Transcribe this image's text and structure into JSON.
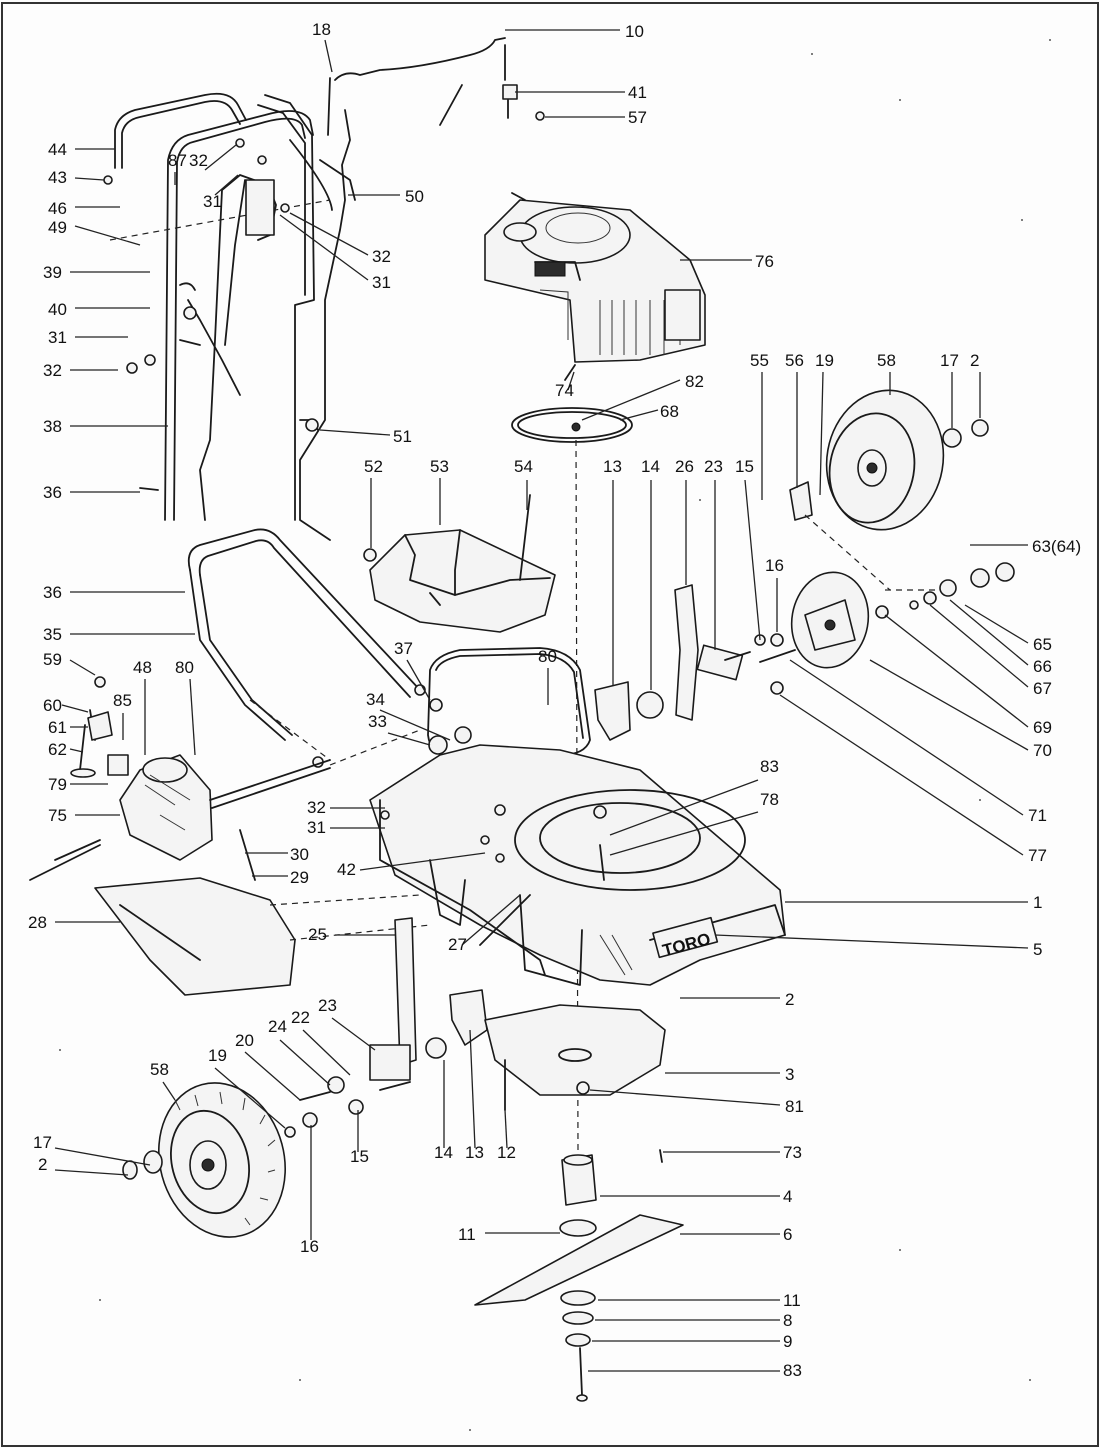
{
  "diagram": {
    "brand_text": "TORO",
    "callouts": [
      {
        "id": "c10",
        "text": "10"
      },
      {
        "id": "c41",
        "text": "41"
      },
      {
        "id": "c57",
        "text": "57"
      },
      {
        "id": "c18",
        "text": "18"
      },
      {
        "id": "c44",
        "text": "44"
      },
      {
        "id": "c43",
        "text": "43"
      },
      {
        "id": "c87",
        "text": "87"
      },
      {
        "id": "c32a",
        "text": "32"
      },
      {
        "id": "c46",
        "text": "46"
      },
      {
        "id": "c31a",
        "text": "31"
      },
      {
        "id": "c49",
        "text": "49"
      },
      {
        "id": "c50",
        "text": "50"
      },
      {
        "id": "c32b",
        "text": "32"
      },
      {
        "id": "c31b",
        "text": "31"
      },
      {
        "id": "c39",
        "text": "39"
      },
      {
        "id": "c40",
        "text": "40"
      },
      {
        "id": "c31c",
        "text": "31"
      },
      {
        "id": "c32c",
        "text": "32"
      },
      {
        "id": "c76",
        "text": "76"
      },
      {
        "id": "c74",
        "text": "74"
      },
      {
        "id": "c82",
        "text": "82"
      },
      {
        "id": "c68",
        "text": "68"
      },
      {
        "id": "c38",
        "text": "38"
      },
      {
        "id": "c51",
        "text": "51"
      },
      {
        "id": "c36a",
        "text": "36"
      },
      {
        "id": "c52",
        "text": "52"
      },
      {
        "id": "c53",
        "text": "53"
      },
      {
        "id": "c54",
        "text": "54"
      },
      {
        "id": "c13a",
        "text": "13"
      },
      {
        "id": "c14a",
        "text": "14"
      },
      {
        "id": "c26",
        "text": "26"
      },
      {
        "id": "c23a",
        "text": "23"
      },
      {
        "id": "c15a",
        "text": "15"
      },
      {
        "id": "c55",
        "text": "55"
      },
      {
        "id": "c56",
        "text": "56"
      },
      {
        "id": "c19a",
        "text": "19"
      },
      {
        "id": "c58a",
        "text": "58"
      },
      {
        "id": "c17a",
        "text": "17"
      },
      {
        "id": "c2a",
        "text": "2"
      },
      {
        "id": "c63",
        "text": "63(64)"
      },
      {
        "id": "c36b",
        "text": "36"
      },
      {
        "id": "c16a",
        "text": "16"
      },
      {
        "id": "c35",
        "text": "35"
      },
      {
        "id": "c65",
        "text": "65"
      },
      {
        "id": "c66",
        "text": "66"
      },
      {
        "id": "c67",
        "text": "67"
      },
      {
        "id": "c59",
        "text": "59"
      },
      {
        "id": "c37",
        "text": "37"
      },
      {
        "id": "c80a",
        "text": "80"
      },
      {
        "id": "c60",
        "text": "60"
      },
      {
        "id": "c85",
        "text": "85"
      },
      {
        "id": "c48",
        "text": "48"
      },
      {
        "id": "c80b",
        "text": "80"
      },
      {
        "id": "c34",
        "text": "34"
      },
      {
        "id": "c69",
        "text": "69"
      },
      {
        "id": "c61",
        "text": "61"
      },
      {
        "id": "c33",
        "text": "33"
      },
      {
        "id": "c70",
        "text": "70"
      },
      {
        "id": "c62",
        "text": "62"
      },
      {
        "id": "c79",
        "text": "79"
      },
      {
        "id": "c83a",
        "text": "83"
      },
      {
        "id": "c75",
        "text": "75"
      },
      {
        "id": "c78",
        "text": "78"
      },
      {
        "id": "c32d",
        "text": "32"
      },
      {
        "id": "c31d",
        "text": "31"
      },
      {
        "id": "c71",
        "text": "71"
      },
      {
        "id": "c30",
        "text": "30"
      },
      {
        "id": "c42",
        "text": "42"
      },
      {
        "id": "c77",
        "text": "77"
      },
      {
        "id": "c29",
        "text": "29"
      },
      {
        "id": "c28",
        "text": "28"
      },
      {
        "id": "c1",
        "text": "1"
      },
      {
        "id": "c25",
        "text": "25"
      },
      {
        "id": "c27",
        "text": "27"
      },
      {
        "id": "c5",
        "text": "5"
      },
      {
        "id": "c2b",
        "text": "2"
      },
      {
        "id": "c23b",
        "text": "23"
      },
      {
        "id": "c24",
        "text": "24"
      },
      {
        "id": "c22",
        "text": "22"
      },
      {
        "id": "c20",
        "text": "20"
      },
      {
        "id": "c3",
        "text": "3"
      },
      {
        "id": "c58b",
        "text": "58"
      },
      {
        "id": "c19b",
        "text": "19"
      },
      {
        "id": "c81",
        "text": "81"
      },
      {
        "id": "c15b",
        "text": "15"
      },
      {
        "id": "c14b",
        "text": "14"
      },
      {
        "id": "c13b",
        "text": "13"
      },
      {
        "id": "c12",
        "text": "12"
      },
      {
        "id": "c73",
        "text": "73"
      },
      {
        "id": "c17b",
        "text": "17"
      },
      {
        "id": "c2c",
        "text": "2"
      },
      {
        "id": "c4",
        "text": "4"
      },
      {
        "id": "c16b",
        "text": "16"
      },
      {
        "id": "c11a",
        "text": "11"
      },
      {
        "id": "c6",
        "text": "6"
      },
      {
        "id": "c11b",
        "text": "11"
      },
      {
        "id": "c8",
        "text": "8"
      },
      {
        "id": "c9",
        "text": "9"
      },
      {
        "id": "c83b",
        "text": "83"
      }
    ]
  }
}
